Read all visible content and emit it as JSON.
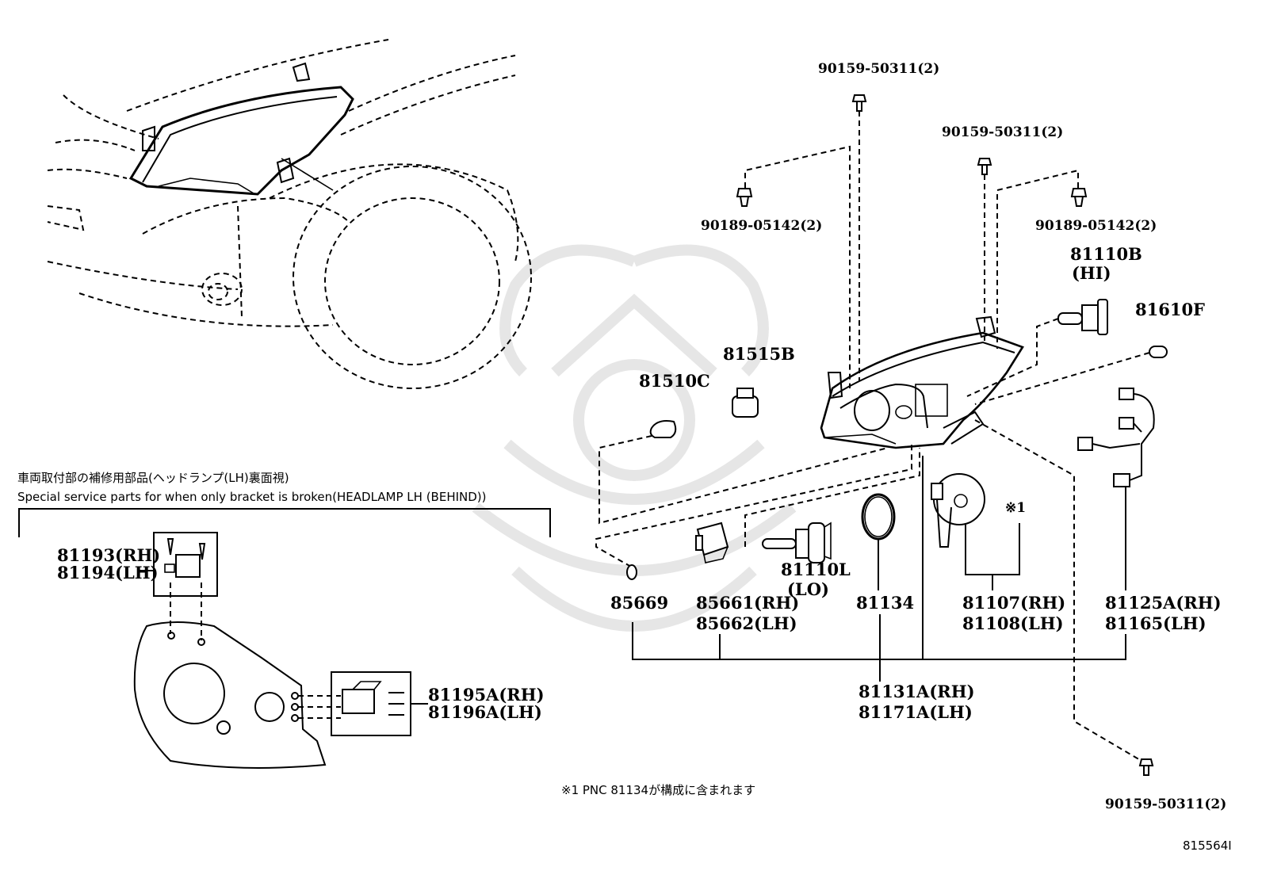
{
  "watermark": {
    "color": "#e8e8e8",
    "icon": "samurai-helmet-watermark"
  },
  "top_parts": {
    "bolt_top": "90159-50311(2)",
    "bolt_right_top": "90159-50311(2)",
    "clip_left": "90189-05142(2)",
    "clip_right": "90189-05142(2)",
    "bulb_hi_code": "81110B",
    "bulb_hi_type": "(HI)",
    "bulb_81610F": "81610F",
    "socket_81515B": "81515B",
    "bulb_81510C": "81510C"
  },
  "middle_parts": {
    "p85669": "85669",
    "p85661": "85661(RH)",
    "p85662": "85662(LH)",
    "p81110L_code": "81110L",
    "p81110L_type": "(LO)",
    "p81134": "81134",
    "note_mark": "※1",
    "p81107": "81107(RH)",
    "p81108": "81108(LH)",
    "p81125A": "81125A(RH)",
    "p81165": "81165(LH)"
  },
  "assembly": {
    "rh": "81131A(RH)",
    "lh": "81171A(LH)"
  },
  "bottom_bolt": "90159-50311(2)",
  "bracket_section": {
    "title_jp": "車両取付部の補修用部品(ヘッドランプ(LH)裏面視)",
    "title_en": "Special service parts for when only bracket is broken(HEADLAMP LH (BEHIND))",
    "p81193": "81193(RH)",
    "p81194": "81194(LH)",
    "p81195A": "81195A(RH)",
    "p81196A": "81196A(LH)"
  },
  "footnote": "※1 PNC 81134が構成に含まれます",
  "figure_code": "815564I"
}
